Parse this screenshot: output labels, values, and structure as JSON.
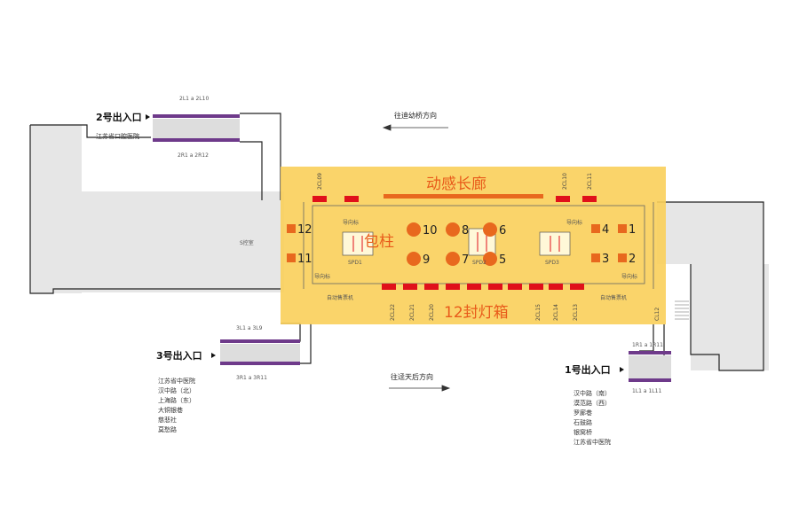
{
  "labels": {
    "zone_gallery": "动感长廊",
    "zone_pillar": "包柱",
    "zone_lightbox": "12封灯箱",
    "dir_top": "往迪幼桥方向",
    "dir_bottom": "往迳天后方向",
    "mid_label": "S控室",
    "exit2": {
      "name": "2号出入口",
      "sub": "江苏省口腔医院",
      "top_range": "2L1 a 2L10",
      "bot_range": "2R1 a 2R12"
    },
    "exit3": {
      "name": "3号出入口",
      "top_range": "3L1 a 3L9",
      "bot_range": "3R1 a 3R11",
      "places": [
        "江苏省中医院",
        "汉中路（北）",
        "上海路（东）",
        "大铜银巷",
        "慈悲社",
        "莫愁路"
      ]
    },
    "exit1": {
      "name": "1号出入口",
      "top_range": "1R1 a 1R11",
      "bot_range": "1L1 a 1L11",
      "places": [
        "汉中路（南）",
        "漠范路（西）",
        "罗廊巷",
        "石鼓路",
        "银窝桥",
        "江苏省中医院"
      ]
    },
    "numbers": {
      "n12": "12",
      "n11": "11",
      "n10": "10",
      "n9": "9",
      "n8": "8",
      "n7": "7",
      "n6": "6",
      "n5": "5",
      "n4": "4",
      "n3": "3",
      "n2": "2",
      "n1": "1"
    },
    "vert": {
      "v_top_left": "2CL09",
      "v_top_r1": "2CL10",
      "v_top_r2": "2CL11",
      "v_b1": "2CL22",
      "v_b2": "2CL21",
      "v_b3": "2CL20",
      "v_b4": "2CL15",
      "v_b5": "2CL14",
      "v_b6": "2CL13",
      "v_b7": "CL12"
    },
    "small": {
      "sp1": "SPD1",
      "sp2": "SPD2",
      "sp3": "SPD3",
      "guide1": "导向标",
      "guide2": "导向标",
      "guide3": "导向标",
      "guide4": "导向标",
      "ticket1": "自动售票机",
      "ticket2": "自动售票机"
    }
  },
  "colors": {
    "highlight": "#f9cf5a",
    "marker": "#e8681e",
    "red_bar": "#e0101a",
    "purple": "#6e3a8a",
    "wall": "#222222",
    "grey_area": "#e6e6e6"
  }
}
